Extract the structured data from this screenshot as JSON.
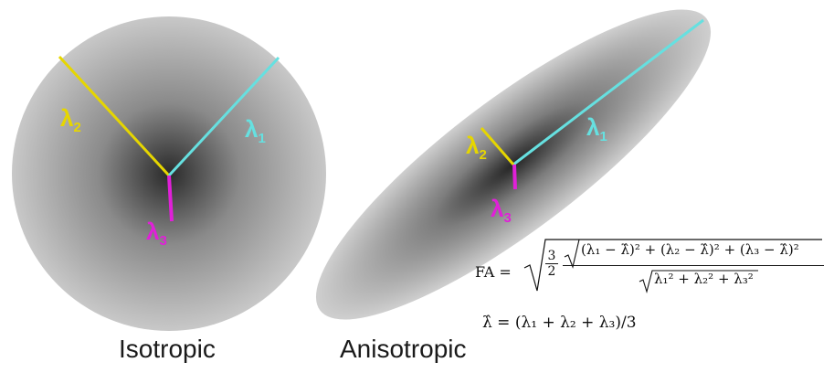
{
  "isotropic": {
    "caption": "Isotropic",
    "axes": [
      {
        "name": "λ",
        "sub": "1",
        "color": "#66e0e0"
      },
      {
        "name": "λ",
        "sub": "2",
        "color": "#e6d600"
      },
      {
        "name": "λ",
        "sub": "3",
        "color": "#e020d8"
      }
    ]
  },
  "anisotropic": {
    "caption": "Anisotropic",
    "axes": [
      {
        "name": "λ",
        "sub": "1",
        "color": "#66e0e0"
      },
      {
        "name": "λ",
        "sub": "2",
        "color": "#e6d600"
      },
      {
        "name": "λ",
        "sub": "3",
        "color": "#e020d8"
      }
    ]
  },
  "formulas": {
    "fa_lhs": "FA =",
    "fa_const_num": "3",
    "fa_const_den": "2",
    "fa_numerator": "(λ₁ − λ̂)² + (λ₂ − λ̂)² + (λ₃ − λ̂)²",
    "fa_denominator": "λ₁² + λ₂² + λ₃²",
    "lambda_hat": "λ̂ = (λ₁ + λ₂ + λ₃)/3"
  }
}
